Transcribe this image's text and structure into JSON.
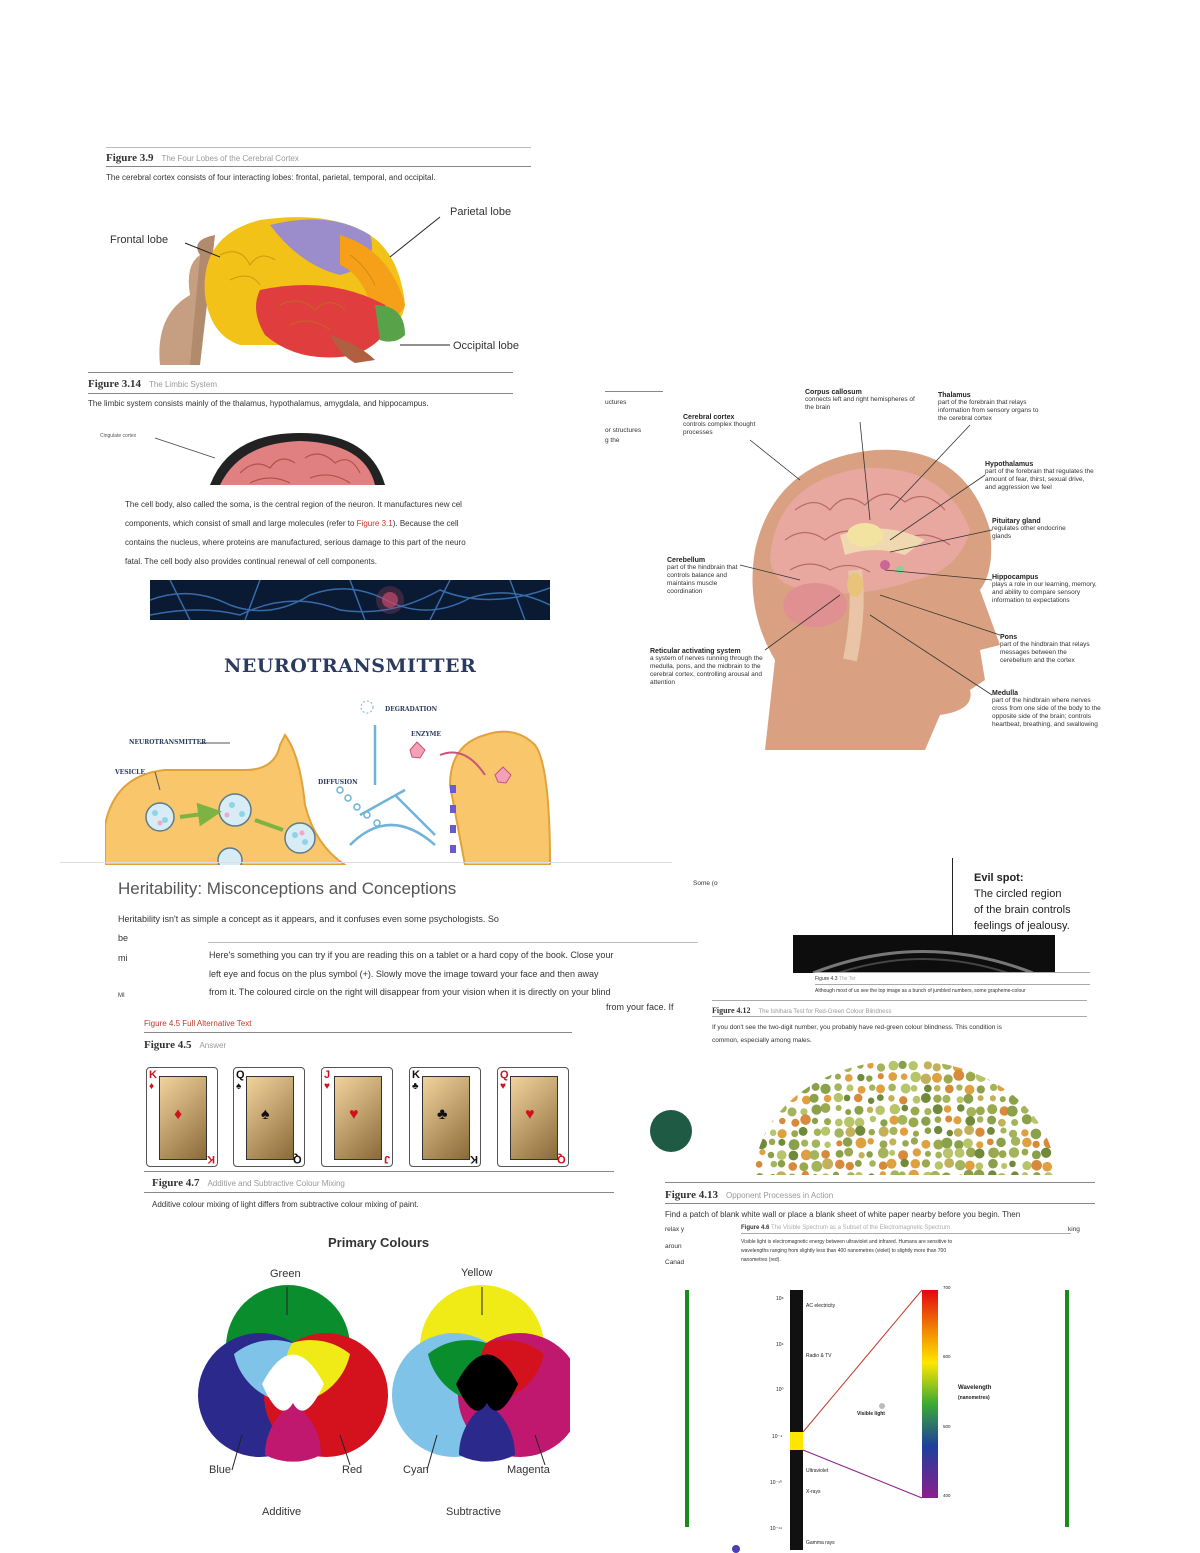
{
  "fig39": {
    "num": "Figure 3.9",
    "title": "The Four Lobes of the Cerebral Cortex",
    "caption": "The cerebral cortex consists of four interacting lobes: frontal, parietal, temporal, and occipital.",
    "labels": {
      "frontal": "Frontal lobe",
      "parietal": "Parietal lobe",
      "occipital": "Occipital lobe"
    }
  },
  "fig314": {
    "num": "Figure 3.14",
    "title": "The Limbic System",
    "caption": "The limbic system consists mainly of the thalamus, hypothalamus, amygdala, and hippocampus.",
    "cingulate": "Cingulate cortex"
  },
  "cellbody": {
    "line1": "The cell body, also called the soma, is the central region of the neuron. It manufactures new cel",
    "line2a": "components, which consist of small and large molecules (refer to ",
    "link": "Figure 3.1",
    "line2b": "). Because the cell",
    "line3": "contains the nucleus, where proteins are manufactured, serious damage to this part of the neuro",
    "line4": "fatal. The cell body also provides continual renewal of cell components."
  },
  "neurotransmitter": {
    "title": "NEUROTRANSMITTER",
    "degradation": "DEGRADATION",
    "enzyme": "ENZYME",
    "neurotransmitter_label": "NEUROTRANSMITTER",
    "vesicle": "VESICLE",
    "diffusion": "DIFFUSION"
  },
  "brainhead": {
    "frag1": "uctures",
    "frag2": "or structures",
    "frag3": "g the",
    "corpus": {
      "name": "Corpus callosum",
      "desc": "connects left and right hemispheres of the brain"
    },
    "thalamus": {
      "name": "Thalamus",
      "desc": "part of the forebrain that relays information from sensory organs to the cerebral cortex"
    },
    "cortex": {
      "name": "Cerebral cortex",
      "desc": "controls complex thought processes"
    },
    "hypothalamus": {
      "name": "Hypothalamus",
      "desc": "part of the forebrain that regulates the amount of fear, thirst, sexual drive, and aggression we feel"
    },
    "pituitary": {
      "name": "Pituitary gland",
      "desc": "regulates other endocrine glands"
    },
    "cerebellum": {
      "name": "Cerebellum",
      "desc": "part of the hindbrain that controls balance and maintains muscle coordination"
    },
    "hippocampus": {
      "name": "Hippocampus",
      "desc": "plays a role in our learning, memory, and ability to compare sensory information to expectations"
    },
    "pons": {
      "name": "Pons",
      "desc": "part of the hindbrain that relays messages between the cerebellum and the cortex"
    },
    "reticular": {
      "name": "Reticular activating system",
      "desc": "a system of nerves running through the medulla, pons, and the midbrain to the cerebral cortex, controlling arousal and attention"
    },
    "medulla": {
      "name": "Medulla",
      "desc": "part of the hindbrain where nerves cross from one side of the body to the opposite side of the brain; controls heartbeat, breathing, and swallowing"
    }
  },
  "heritability": {
    "title": "Heritability: Misconceptions and Conceptions",
    "line1": "Heritability isn't as simple a concept as it appears, and it confuses even some psychologists. So",
    "frag_be": "be",
    "frag_mi": "mi",
    "frag_mi2": "MI",
    "tryit1": "Here's something you can try if you are reading this on a tablet or a hard copy of the book. Close your",
    "tryit2": "left eye and focus on the plus symbol (+). Slowly move the image toward your face and then away",
    "tryit3": "from it. The coloured circle on the right will disappear from your vision when it is directly on your blind",
    "tryit4": "from your face. If",
    "frag_some": "Some (o"
  },
  "evilspot": {
    "title": "Evil spot:",
    "line1": "The circled region",
    "line2": "of the brain controls",
    "line3": "feelings of jealousy.",
    "fig43": "Figure 4.3",
    "fig43t": "The Ter",
    "fig43c": "Although most of us see the top image as a bunch of jumbled numbers, some grapheme-colour"
  },
  "fig412": {
    "num": "Figure 4.12",
    "title": "The Ishihara Test for Red-Green Colour Blindness",
    "caption1": "If you don't see the two-digit number, you probably have red-green colour blindness. This condition is",
    "caption2": "common, especially among males."
  },
  "fig45": {
    "alt": "Figure 4.5 Full Alternative Text",
    "num": "Figure 4.5",
    "title": "Answer",
    "cards": [
      {
        "rank": "K",
        "suit": "♦",
        "color": "#d0121b"
      },
      {
        "rank": "Q",
        "suit": "♠",
        "color": "#111111"
      },
      {
        "rank": "J",
        "suit": "♥",
        "color": "#d0121b"
      },
      {
        "rank": "K",
        "suit": "♣",
        "color": "#111111"
      },
      {
        "rank": "Q",
        "suit": "♥",
        "color": "#d0121b"
      }
    ]
  },
  "fig47": {
    "num": "Figure 4.7",
    "title": "Additive and Subtractive Colour Mixing",
    "caption": "Additive colour mixing of light differs from subtractive colour mixing of paint.",
    "heading": "Primary Colours",
    "green": "Green",
    "blue": "Blue",
    "red": "Red",
    "yellow": "Yellow",
    "cyan": "Cyan",
    "magenta": "Magenta",
    "additive": "Additive",
    "subtractive": "Subtractive"
  },
  "fig413": {
    "num": "Figure 4.13",
    "title": "Opponent Processes in Action",
    "line1": "Find a patch of blank white wall or place a blank sheet of white paper nearby before you begin. Then",
    "frag1": "relax y",
    "frag2": "aroun",
    "frag3": "Canad",
    "frag4": "king"
  },
  "fig46": {
    "num": "Figure 4.6",
    "title": "The Visible Spectrum as a Subset of the Electromagnetic Spectrum",
    "caption1": "Visible light is electromagnetic energy between ultraviolet and infrared. Humans are sensitive to",
    "caption2": "wavelengths ranging from slightly less than 400 nanometres (violet) to slightly more than 700",
    "caption3": "nanometres (red).",
    "ac": "AC electricity",
    "radio": "Radio & TV",
    "visible": "Visible light",
    "uv": "Ultraviolet",
    "xray": "X-rays",
    "gamma": "Gamma rays",
    "wavelength": "Wavelength",
    "unit": "(nanometres)",
    "ticks": [
      "700",
      "600",
      "500",
      "400"
    ],
    "pows": [
      "10⁸",
      "10⁴",
      "10⁰",
      "10⁻⁴",
      "10⁻¹⁰",
      "10⁻¹⁴"
    ]
  },
  "colors": {
    "ishihara_bg": "#8aa04a",
    "dot": "#1f5a44",
    "green_bar": "#1a8a1a"
  }
}
